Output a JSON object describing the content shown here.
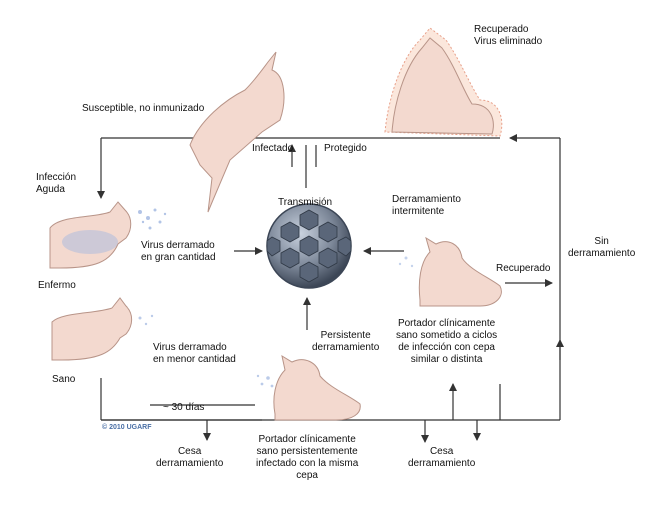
{
  "labels": {
    "recovered": "Recuperado\nVirus eliminado",
    "susceptible": "Susceptible, no inmunizado",
    "infected": "Infectado",
    "protected": "Protegido",
    "acute_infection": "Infección\nAguda",
    "transmission": "Transmisión",
    "intermittent_shedding": "Derramamiento\nintermitente",
    "no_shedding": "Sin\nderramamiento",
    "high_shedding": "Virus derramado\nen gran cantidad",
    "recovered2": "Recuperado",
    "sick": "Enfermo",
    "persistent_shedding": "Persistente\nderramamiento",
    "carrier_cycles": "Portador clínicamente\nsano sometido a ciclos\nde infección con cepa\nsimilar o distinta",
    "low_shedding": "Virus derramado\nen menor cantidad",
    "healthy": "Sano",
    "days": "~ 30 días",
    "credit": "© 2010 UGARF",
    "stop_shedding_left": "Cesa\nderramamiento",
    "persistent_carrier": "Portador clínicamente\nsano persistentemente\ninfectado con la misma\ncepa",
    "stop_shedding_right": "Cesa\nderramamiento"
  },
  "colors": {
    "cat_fill": "#f3d9cf",
    "cat_stroke": "#b89488",
    "virus_dark": "#4e5a6c",
    "virus_light": "#9aa6b8",
    "aerosol": "#9fb6e0",
    "line": "#333333"
  }
}
